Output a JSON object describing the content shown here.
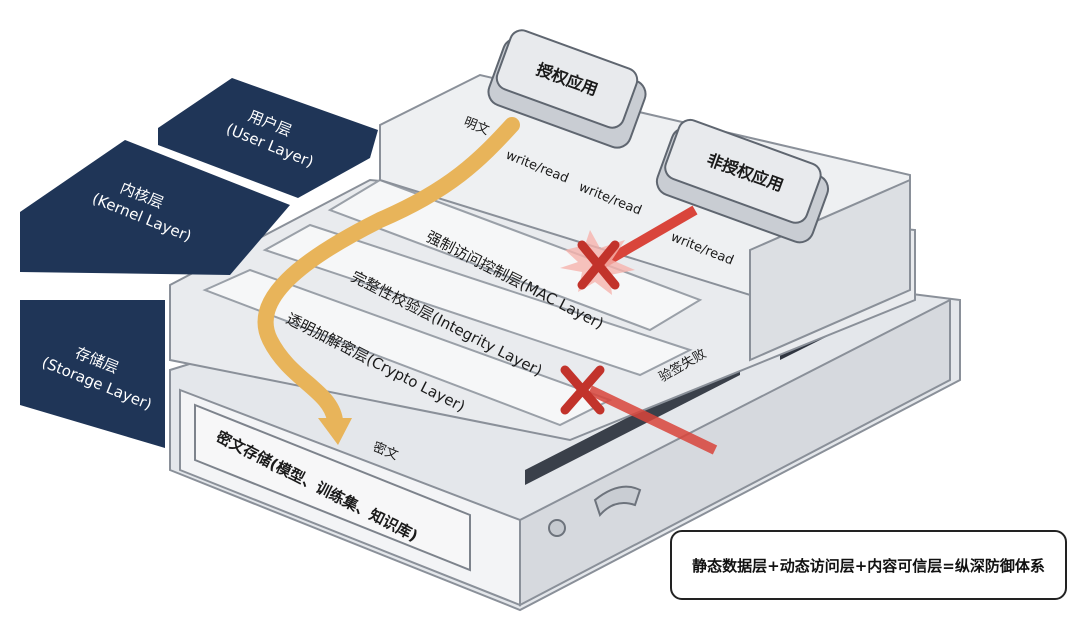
{
  "layers": {
    "user": {
      "cn": "用户层",
      "en": "(User Layer)"
    },
    "kernel": {
      "cn": "内核层",
      "en": "(Kernel Layer)"
    },
    "storage": {
      "cn": "存储层",
      "en": "(Storage Layer)"
    }
  },
  "apps": {
    "authorized": "授权应用",
    "unauthorized": "非授权应用"
  },
  "labels": {
    "plaintext": "明文",
    "write_read_1": "write/read",
    "write_read_2": "write/read",
    "write_read_3": "write/read",
    "mac_layer": "强制访问控制层(MAC Layer)",
    "integrity_layer": "完整性校验层(Integrity Layer)",
    "crypto_layer": "透明加解密层(Crypto Layer)",
    "verify_failed": "验签失败",
    "ciphertext": "密文",
    "cipher_storage": "密文存储(模型、训练集、知识库)"
  },
  "summary": "静态数据层+动态访问层+内容可信层=纵深防御体系",
  "colors": {
    "navy": "#1f3557",
    "flow": "#e8b45a",
    "blocked": "#d9453b",
    "panel": "#eceef1"
  }
}
